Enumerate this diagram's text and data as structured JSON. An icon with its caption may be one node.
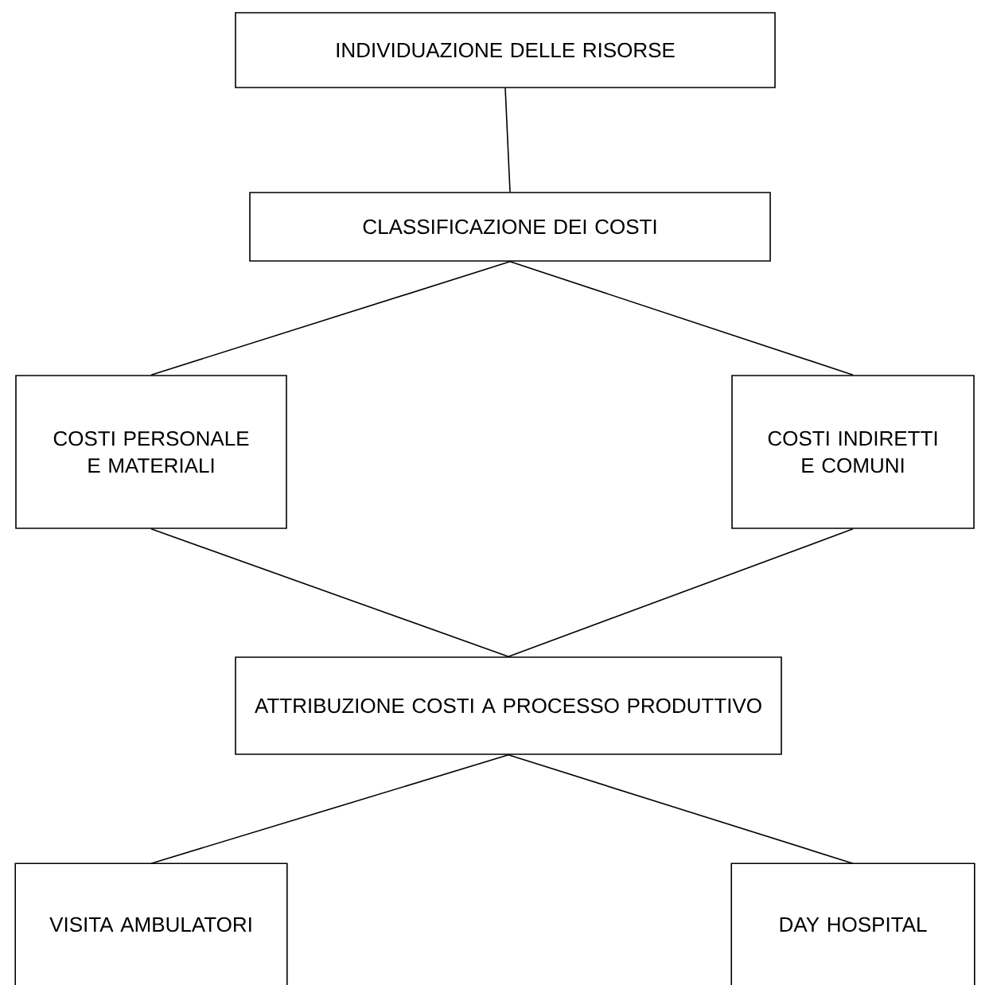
{
  "diagram": {
    "nodes": [
      {
        "text": [
          "INDIVIDUAZIONE DELLE RISORSE"
        ]
      },
      {
        "text": [
          "CLASSIFICAZIONE DEI COSTI"
        ]
      },
      {
        "text": [
          "COSTI PERSONALE E MATERIALI"
        ]
      },
      {
        "text": [
          "COSTI INDIRETTI E COMUNI"
        ]
      },
      {
        "text": [
          "ATTRIBUZIONE COSTI A PROCESSO PRODUTTIVO"
        ]
      },
      {
        "text": [
          "VISITA AMBULATORI"
        ]
      },
      {
        "text": [
          "DAY HOSPITAL"
        ]
      }
    ],
    "edges": [
      {
        "from": 0,
        "to": 1,
        "arrow": "none"
      },
      {
        "from": 1,
        "to": 2,
        "arrow": "none"
      },
      {
        "from": 1,
        "to": 3,
        "arrow": "none"
      },
      {
        "from": 2,
        "to": 4,
        "arrow": "none"
      },
      {
        "from": 3,
        "to": 4,
        "arrow": "none"
      },
      {
        "from": 4,
        "to": 5,
        "arrow": "none"
      },
      {
        "from": 4,
        "to": 6,
        "arrow": "none"
      }
    ]
  }
}
